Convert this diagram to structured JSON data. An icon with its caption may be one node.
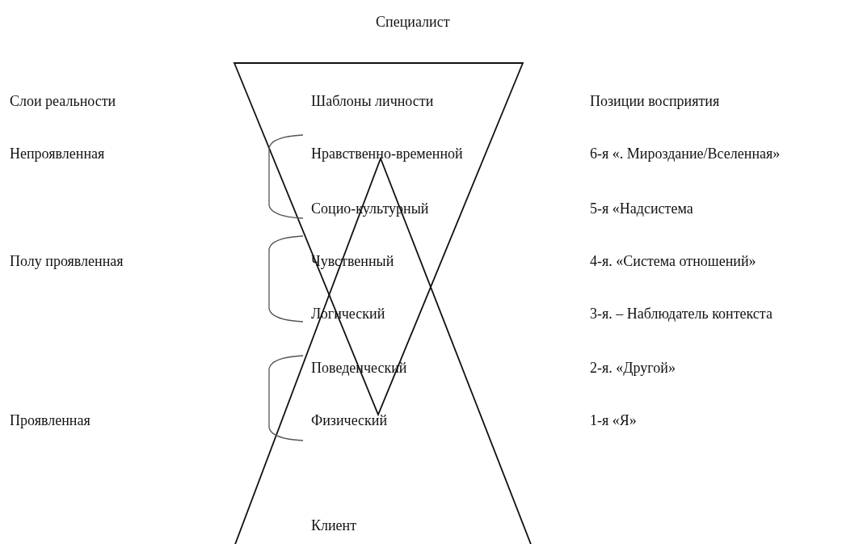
{
  "diagram": {
    "labels": [
      "Специалист",
      "Слои реальности",
      "Шаблоны личности",
      "Позиции восприятия",
      "Непроявленная",
      "Нравственно-временной",
      "6-я «. Мироздание/Вселенная»",
      "Социо-культурный",
      "5-я «Надсистема",
      "Полу проявленная",
      "Чувственный",
      "4-я. «Система отношений»",
      "Логический",
      "3-я. – Наблюдатель контекста",
      "Поведенческий",
      "2-я. «Другой»",
      "Проявленная",
      "Физический",
      "1-я «Я»",
      "Клиент"
    ]
  }
}
